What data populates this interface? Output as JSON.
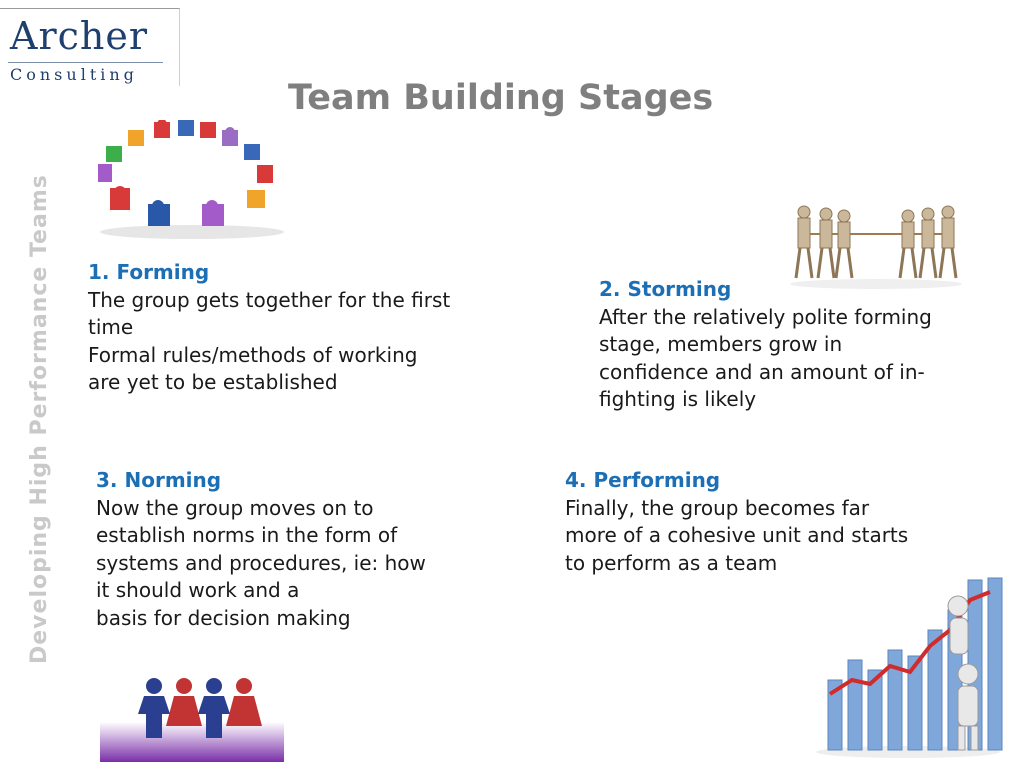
{
  "logo": {
    "name": "Archer",
    "subtitle": "Consulting"
  },
  "title": "Team Building Stages",
  "sidebar_text": "Developing High Performance Teams",
  "stages": [
    {
      "heading": "1. Forming",
      "lines": [
        "The group gets together for the first",
        "time",
        "Formal rules/methods of working",
        "are yet to be established"
      ]
    },
    {
      "heading": "2. Storming",
      "lines": [
        "After the relatively polite forming",
        "stage, members grow in",
        "confidence and an amount of in-",
        "fighting is likely"
      ]
    },
    {
      "heading": "3. Norming",
      "lines": [
        "Now the group moves on to",
        "establish norms in the form of",
        "systems and procedures, ie: how",
        "it should work and a",
        "basis for decision making"
      ]
    },
    {
      "heading": "4. Performing",
      "lines": [
        "Finally, the group becomes far",
        "more of a cohesive unit and starts",
        "to perform as a team"
      ]
    }
  ],
  "colors": {
    "title": "#7f7f7f",
    "heading": "#1c6fb5",
    "logo": "#1f3f6e",
    "sidebar": "#c9c9c9"
  },
  "images": [
    "puzzle-circle-image",
    "tug-of-war-image",
    "paper-people-chain-image",
    "growth-chart-image"
  ]
}
